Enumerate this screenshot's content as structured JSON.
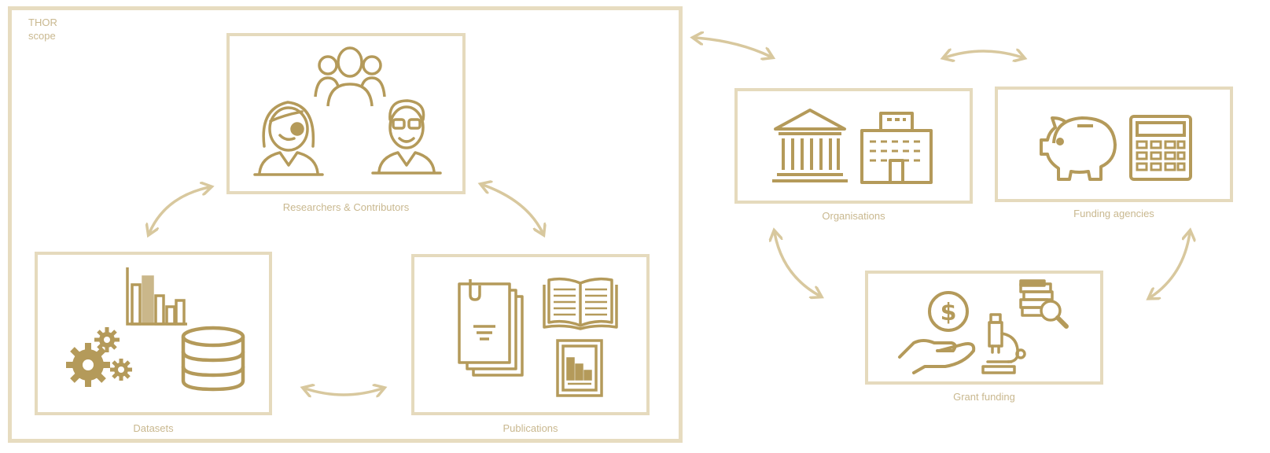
{
  "scope_label": [
    "THOR",
    "scope"
  ],
  "nodes": {
    "researchers": {
      "label": "Researchers & Contributors"
    },
    "datasets": {
      "label": "Datasets"
    },
    "publications": {
      "label": "Publications"
    },
    "organisations": {
      "label": "Organisations"
    },
    "funding_agencies": {
      "label": "Funding agencies"
    },
    "grant_funding": {
      "label": "Grant funding"
    }
  },
  "colors": {
    "icon": "#b49a5a",
    "border": "#e5dabd",
    "arrow": "#d8c89e",
    "text": "#c9b88f"
  },
  "icons": {
    "researchers": [
      "group-of-people-icon",
      "female-researcher-icon",
      "male-researcher-icon"
    ],
    "datasets": [
      "bar-chart-icon",
      "gears-icon",
      "database-icon"
    ],
    "publications": [
      "stacked-documents-icon",
      "open-book-icon",
      "report-chart-icon"
    ],
    "organisations": [
      "university-building-icon",
      "office-building-icon"
    ],
    "funding_agencies": [
      "piggy-bank-icon",
      "calculator-icon"
    ],
    "grant_funding": [
      "hand-with-dollar-icon",
      "books-search-icon",
      "microscope-icon"
    ]
  }
}
